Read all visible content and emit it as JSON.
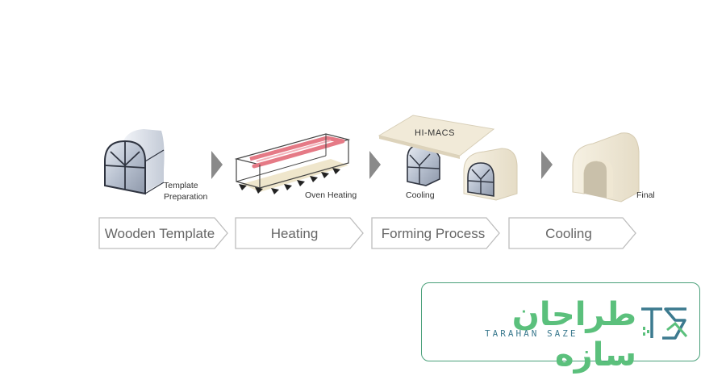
{
  "labels": {
    "template_preparation_1": "Template",
    "template_preparation_2": "Preparation",
    "oven_heating": "Oven Heating",
    "cooling_small": "Cooling",
    "final": "Final",
    "panel": "HI-MACS"
  },
  "steps": [
    {
      "label": "Wooden Template"
    },
    {
      "label": "Heating"
    },
    {
      "label": "Forming Process"
    },
    {
      "label": "Cooling"
    }
  ],
  "logo": {
    "persian": "طراحان سازه",
    "latin": "TARAHAN SAZE"
  },
  "colors": {
    "step_border": "#bdbdbd",
    "step_text": "#666666",
    "arrow": "#8a8a8a",
    "logo_green": "#5bc07c",
    "logo_teal": "#3c7a8f",
    "heater_red": "#e57a86",
    "panel_cream": "#f1ead8"
  }
}
